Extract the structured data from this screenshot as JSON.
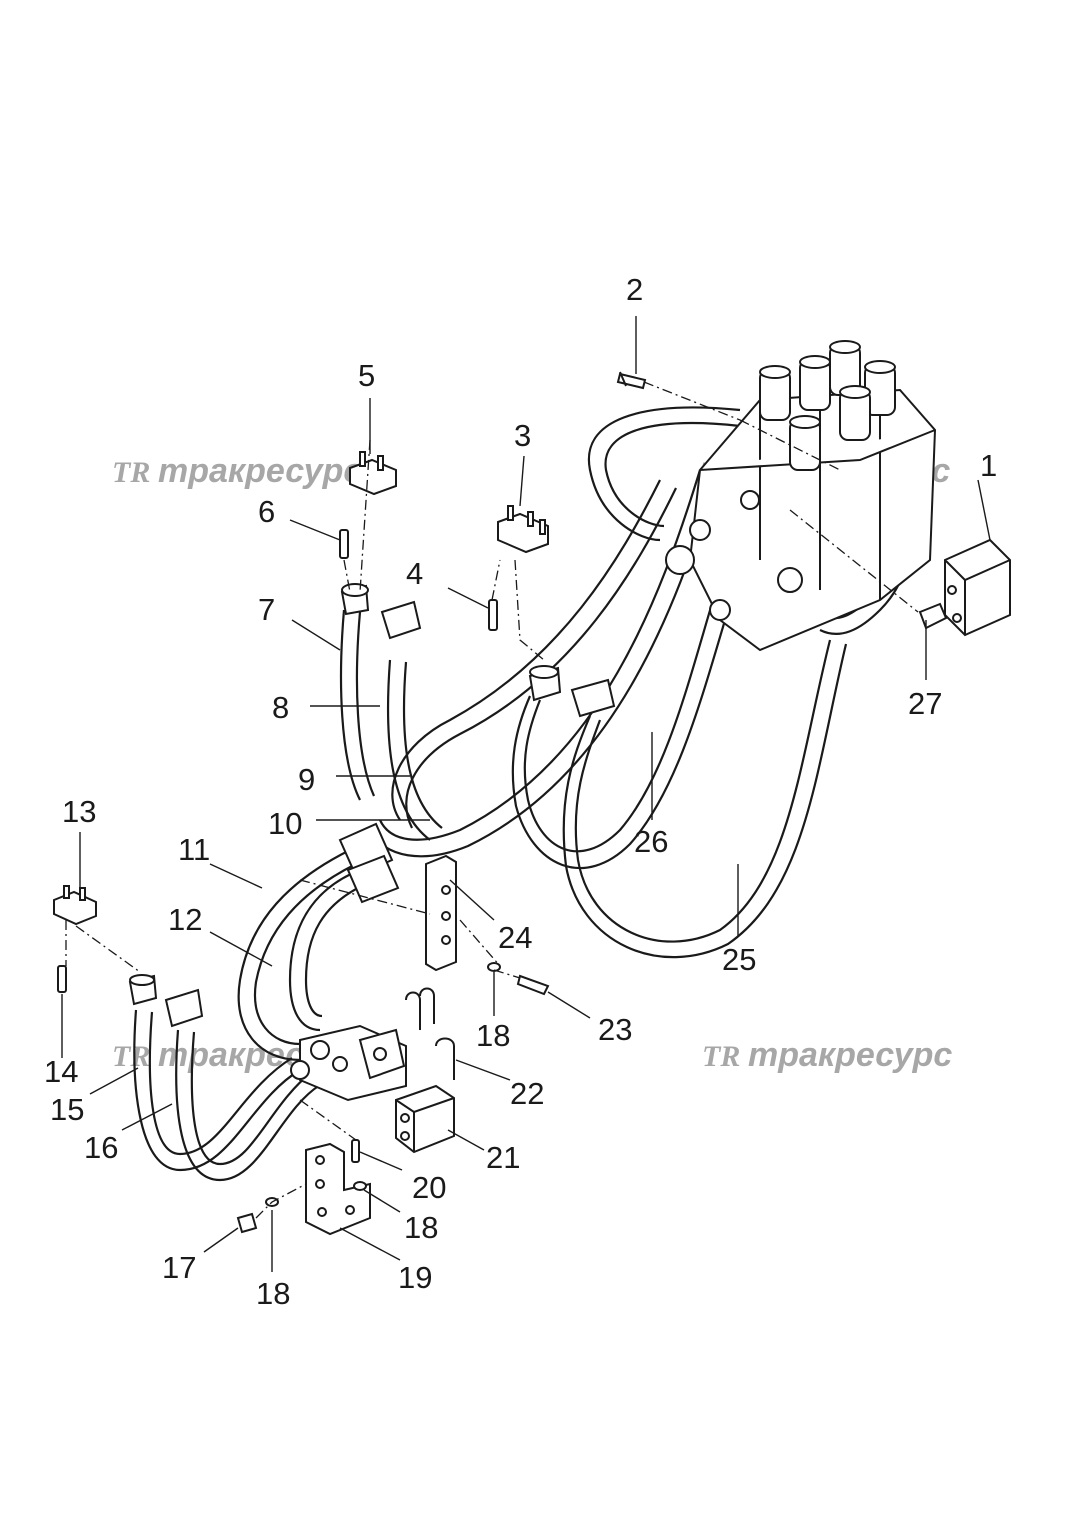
{
  "watermark": {
    "logo_text": "TR",
    "brand_text": "тракресурс"
  },
  "callouts": [
    {
      "id": "1",
      "label": "1"
    },
    {
      "id": "2",
      "label": "2"
    },
    {
      "id": "3",
      "label": "3"
    },
    {
      "id": "4",
      "label": "4"
    },
    {
      "id": "5",
      "label": "5"
    },
    {
      "id": "6",
      "label": "6"
    },
    {
      "id": "7",
      "label": "7"
    },
    {
      "id": "8",
      "label": "8"
    },
    {
      "id": "9",
      "label": "9"
    },
    {
      "id": "10",
      "label": "10"
    },
    {
      "id": "11",
      "label": "11"
    },
    {
      "id": "12",
      "label": "12"
    },
    {
      "id": "13",
      "label": "13"
    },
    {
      "id": "14",
      "label": "14"
    },
    {
      "id": "15",
      "label": "15"
    },
    {
      "id": "16",
      "label": "16"
    },
    {
      "id": "17",
      "label": "17"
    },
    {
      "id": "18a",
      "label": "18"
    },
    {
      "id": "18b",
      "label": "18"
    },
    {
      "id": "18c",
      "label": "18"
    },
    {
      "id": "19",
      "label": "19"
    },
    {
      "id": "20",
      "label": "20"
    },
    {
      "id": "21",
      "label": "21"
    },
    {
      "id": "22",
      "label": "22"
    },
    {
      "id": "23",
      "label": "23"
    },
    {
      "id": "24",
      "label": "24"
    },
    {
      "id": "25",
      "label": "25"
    },
    {
      "id": "26",
      "label": "26"
    },
    {
      "id": "27",
      "label": "27"
    }
  ],
  "colors": {
    "line": "#1a1a1a",
    "watermark": "#8a8a8a",
    "background": "#ffffff"
  }
}
